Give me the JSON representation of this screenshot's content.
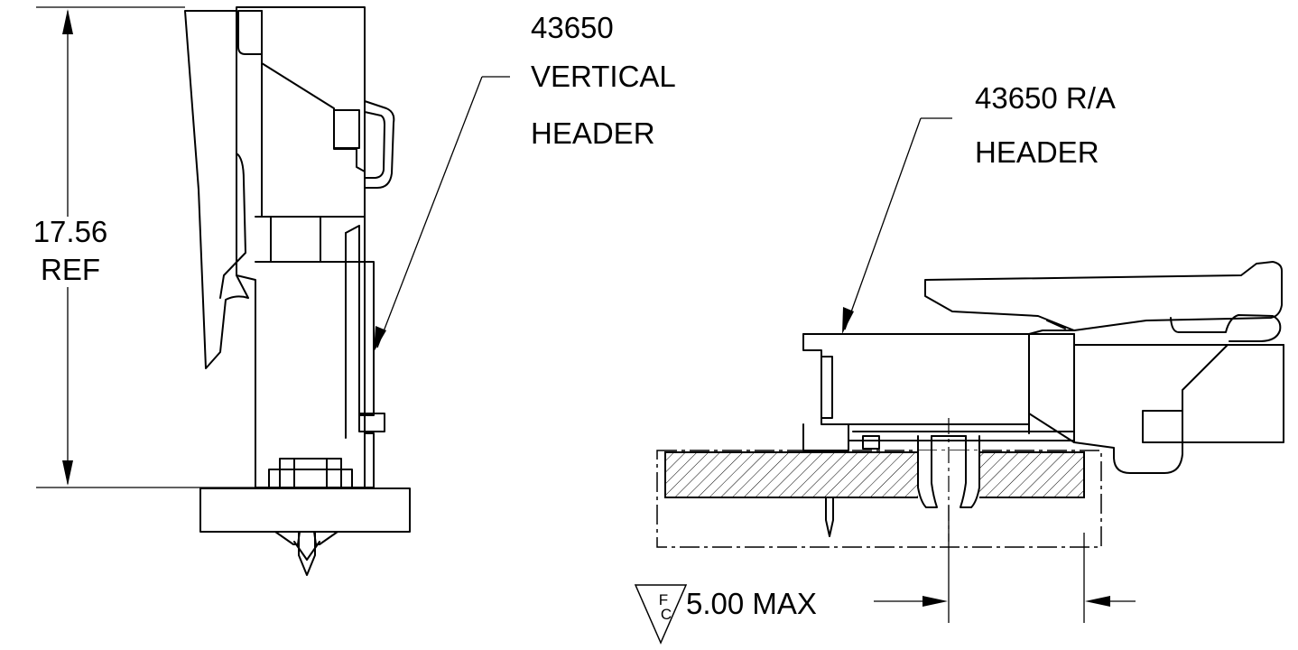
{
  "vertical_view": {
    "dimension_value": "17.56",
    "dimension_note": "REF",
    "part_number": "43650",
    "label_line2": "VERTICAL",
    "label_line3": "HEADER"
  },
  "ra_view": {
    "label_line1": "43650 R/A",
    "label_line2": "HEADER",
    "dimension_value": "5.00 MAX",
    "symbol_letters": [
      "F",
      "C"
    ]
  }
}
